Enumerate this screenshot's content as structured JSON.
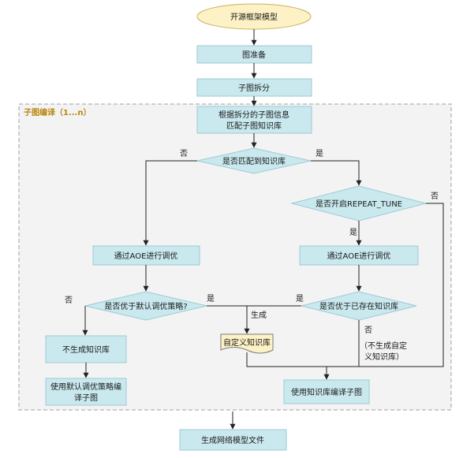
{
  "region": {
    "title": "子图编译（1...n）"
  },
  "nodes": {
    "start": "开源框架模型",
    "prepare": "图准备",
    "split": "子图拆分",
    "match_info_1": "根据拆分的子图信息",
    "match_info_2": "匹配子图知识库",
    "matched_q": "是否匹配到知识库",
    "repeat_q": "是否开启REPEAT_TUNE",
    "aoe_left": "通过AOE进行调优",
    "aoe_right": "通过AOE进行调优",
    "better_default_q": "是否优于默认调优策略?",
    "better_existing_q": "是否优于已存在知识库",
    "no_kb": "不生成知识库",
    "default_compile_1": "使用默认调优策略编",
    "default_compile_2": "译子图",
    "custom_kb": "自定义知识库",
    "kb_compile": "使用知识库编译子图",
    "gen_model": "生成网络模型文件"
  },
  "edge_labels": {
    "no_match": "否",
    "yes_match": "是",
    "no_repeat": "否",
    "yes_repeat": "是",
    "no_default": "否",
    "yes_default": "是",
    "generate": "生成",
    "yes_existing": "是",
    "no_existing": "否",
    "note_1": "（不生成自定",
    "note_2": "义知识库）"
  }
}
